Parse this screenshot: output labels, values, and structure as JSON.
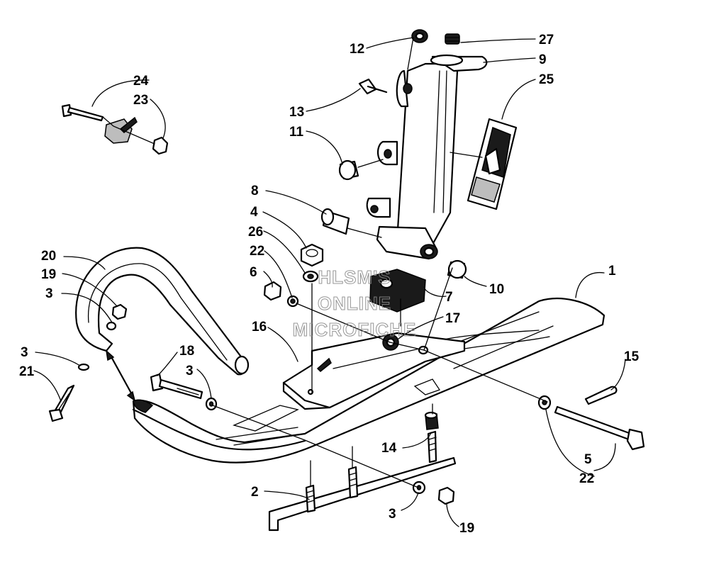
{
  "watermark": {
    "lines": [
      "HLSM'S",
      "ONLINE",
      "MICROFICHE"
    ]
  },
  "callouts": [
    {
      "id": "c1",
      "label": "1"
    },
    {
      "id": "c2",
      "label": "2"
    },
    {
      "id": "c3a",
      "label": "3"
    },
    {
      "id": "c3b",
      "label": "3"
    },
    {
      "id": "c3c",
      "label": "3"
    },
    {
      "id": "c3d",
      "label": "3"
    },
    {
      "id": "c4",
      "label": "4"
    },
    {
      "id": "c5",
      "label": "5"
    },
    {
      "id": "c6",
      "label": "6"
    },
    {
      "id": "c7",
      "label": "7"
    },
    {
      "id": "c8",
      "label": "8"
    },
    {
      "id": "c9",
      "label": "9"
    },
    {
      "id": "c10",
      "label": "10"
    },
    {
      "id": "c11",
      "label": "11"
    },
    {
      "id": "c12",
      "label": "12"
    },
    {
      "id": "c13",
      "label": "13"
    },
    {
      "id": "c14",
      "label": "14"
    },
    {
      "id": "c15",
      "label": "15"
    },
    {
      "id": "c16",
      "label": "16"
    },
    {
      "id": "c17",
      "label": "17"
    },
    {
      "id": "c18",
      "label": "18"
    },
    {
      "id": "c19a",
      "label": "19"
    },
    {
      "id": "c19b",
      "label": "19"
    },
    {
      "id": "c20",
      "label": "20"
    },
    {
      "id": "c21",
      "label": "21"
    },
    {
      "id": "c22a",
      "label": "22"
    },
    {
      "id": "c22b",
      "label": "22"
    },
    {
      "id": "c23",
      "label": "23"
    },
    {
      "id": "c24",
      "label": "24"
    },
    {
      "id": "c25",
      "label": "25"
    },
    {
      "id": "c26",
      "label": "26"
    },
    {
      "id": "c27",
      "label": "27"
    }
  ]
}
